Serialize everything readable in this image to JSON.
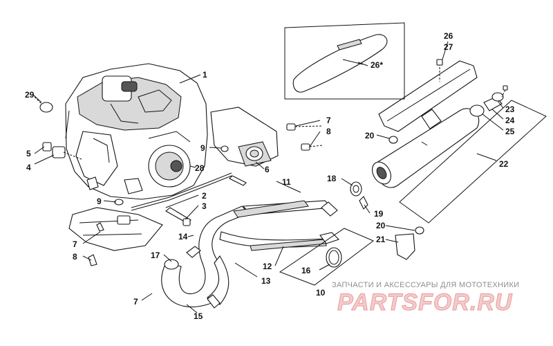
{
  "diagram": {
    "callouts": [
      {
        "id": "c1",
        "text": "1"
      },
      {
        "id": "c2",
        "text": "2"
      },
      {
        "id": "c3",
        "text": "3"
      },
      {
        "id": "c4",
        "text": "4"
      },
      {
        "id": "c5",
        "text": "5"
      },
      {
        "id": "c6",
        "text": "6"
      },
      {
        "id": "c7a",
        "text": "7"
      },
      {
        "id": "c7b",
        "text": "7"
      },
      {
        "id": "c7c",
        "text": "7"
      },
      {
        "id": "c8a",
        "text": "8"
      },
      {
        "id": "c8b",
        "text": "8"
      },
      {
        "id": "c9a",
        "text": "9"
      },
      {
        "id": "c9b",
        "text": "9"
      },
      {
        "id": "c10",
        "text": "10"
      },
      {
        "id": "c11",
        "text": "11"
      },
      {
        "id": "c12",
        "text": "12"
      },
      {
        "id": "c13",
        "text": "13"
      },
      {
        "id": "c14",
        "text": "14"
      },
      {
        "id": "c15",
        "text": "15"
      },
      {
        "id": "c16",
        "text": "16"
      },
      {
        "id": "c17",
        "text": "17"
      },
      {
        "id": "c18",
        "text": "18"
      },
      {
        "id": "c19",
        "text": "19"
      },
      {
        "id": "c20a",
        "text": "20"
      },
      {
        "id": "c20b",
        "text": "20"
      },
      {
        "id": "c21",
        "text": "21"
      },
      {
        "id": "c22",
        "text": "22"
      },
      {
        "id": "c23",
        "text": "23"
      },
      {
        "id": "c24",
        "text": "24"
      },
      {
        "id": "c25",
        "text": "25"
      },
      {
        "id": "c26a",
        "text": "26"
      },
      {
        "id": "c26b",
        "text": "26*"
      },
      {
        "id": "c27",
        "text": "27"
      },
      {
        "id": "c28",
        "text": "28"
      },
      {
        "id": "c29",
        "text": "29"
      }
    ]
  },
  "watermark": {
    "subtitle": "ЗАПЧАСТИ И АКСЕССУАРЫ ДЛЯ МОТОТЕХНИКИ",
    "brand": "PARTSFOR.RU"
  },
  "colors": {
    "line": "#111111",
    "watermark_main": "#f4cccc",
    "watermark_sub": "#8e8e8e"
  }
}
